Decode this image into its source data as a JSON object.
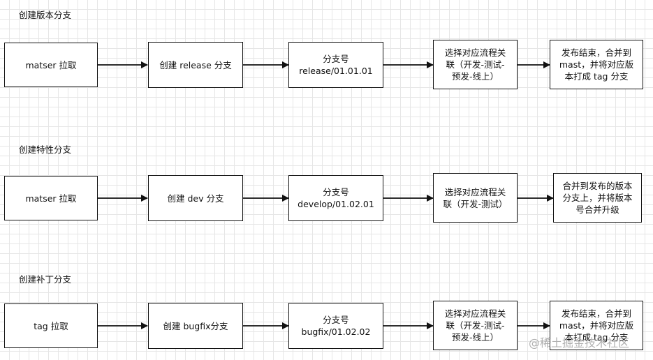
{
  "rows": [
    {
      "title": "创建版本分支",
      "steps": [
        "matser 拉取",
        "创建 release 分支",
        "分支号\nrelease/01.01.01",
        "选择对应流程关\n联（开发-测试-\n预发-线上）",
        "发布结束，合并到\nmast，并将对应版\n本打成 tag 分支"
      ]
    },
    {
      "title": "创建特性分支",
      "steps": [
        "matser 拉取",
        "创建 dev 分支",
        "分支号\ndevelop/01.02.01",
        "选择对应流程关\n联（开发-测试）",
        "合并到发布的版本\n分支上，并将版本\n号合并升级"
      ]
    },
    {
      "title": "创建补丁分支",
      "steps": [
        "tag 拉取",
        "创建 bugfix分支",
        "分支号\nbugfix/01.02.02",
        "选择对应流程关\n联（开发-测试-\n预发-线上）",
        "发布结束，合并到\nmast，并将对应版\n本打成 tag 分支"
      ]
    }
  ],
  "watermark": "@稀土掘金技术社区"
}
